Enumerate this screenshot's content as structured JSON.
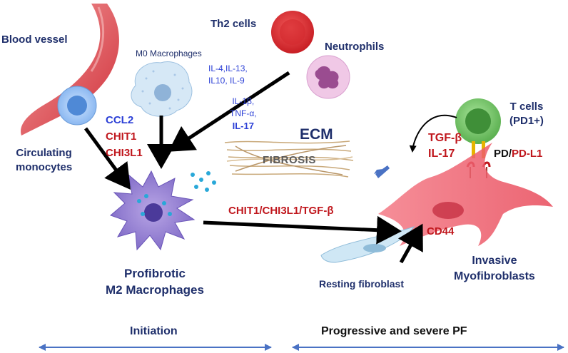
{
  "labels": {
    "blood_vessel": "Blood vessel",
    "m0_macrophages": "M0 Macrophages",
    "th2_cells": "Th2 cells",
    "neutrophils": "Neutrophils",
    "cytokines_th2": [
      "IL-4,IL-13,",
      "IL10, IL-9"
    ],
    "cytokines_neutrophil": [
      "IL-1β,",
      "TNF-α,",
      "IL-17"
    ],
    "t_cells": [
      "T cells",
      "(PD1+)"
    ],
    "ccl2": "CCL2",
    "chit1": "CHIT1",
    "chi3l1": "CHI3L1",
    "circulating_monocytes": [
      "Circulating",
      "monocytes"
    ],
    "ecm": "ECM",
    "fibrosis": "FIBROSIS",
    "tgf_beta": "TGF-β",
    "il17": "IL-17",
    "pd": "PD/",
    "pd_l1": "PD-L1",
    "arrow_label": "CHIT1/CHI3L1/TGF-β",
    "cd44": "CD44",
    "profibrotic": [
      "Profibrotic",
      "M2 Macrophages"
    ],
    "invasive": [
      "Invasive",
      "Myofibroblasts"
    ],
    "resting_fibroblast": "Resting fibroblast",
    "initiation": "Initiation",
    "progressive": "Progressive and severe PF"
  },
  "colors": {
    "navy_text": "#1f2f6b",
    "red_text": "#c0171d",
    "blue_text": "#2b3fd6",
    "arrow": "#000000",
    "timeline": "#4a72c4"
  }
}
